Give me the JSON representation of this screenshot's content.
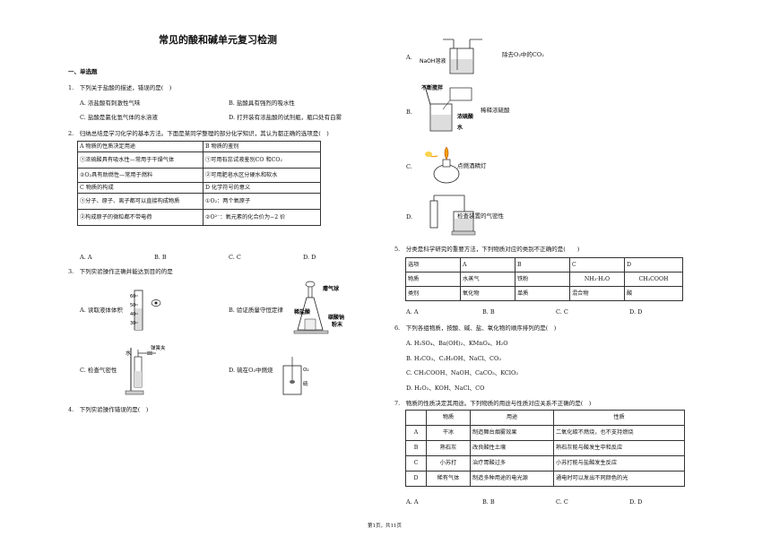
{
  "title": "常见的酸和碱单元复习检测",
  "section": "一、单选题",
  "footer": "第1页，共11页",
  "q1": {
    "stem": "1.　下列关于盐酸的描述，错误的是(　)",
    "A": "A.  浓盐酸有刺激性气味",
    "B": "B.  盐酸具有强烈的吸水性",
    "C": "C.  盐酸是氯化氢气体的水溶液",
    "D": "D.  打开装有浓盐酸的试剂瓶，瓶口处有白雾"
  },
  "q2": {
    "stem": "2.　归纳总结是学习化学的基本方法。下面是某同学整理的部分化学知识，其认为都正确的选项是(　)",
    "rows": [
      [
        "A 物质的性质决定用途",
        "B 物质的鉴别"
      ],
      [
        "①浓硫酸具有吸水性—常用于干燥气体",
        "①可用石蕊试液鉴别CO 和CO₂"
      ],
      [
        "②O₂具有助燃性—常用于燃料",
        "②可用肥皂水区分硬水和软水"
      ],
      [
        "C 物质的构成",
        "D 化学符号的意义"
      ],
      [
        "①分子、原子、离子都可以直接构成物质",
        "①O₂：两个氧原子"
      ],
      [
        "②构成原子的微粒都不带电荷",
        "②O²⁻：氧元素的化合价为−2 价"
      ]
    ],
    "opts": [
      "A. A",
      "B. B",
      "C. C",
      "D. D"
    ]
  },
  "q3": {
    "stem": "3.　下列实验操作正确并能达到目的的是",
    "A": "A.  读取液体体积",
    "B": "B.  验证质量守恒定律",
    "C": "C.  检查气密性",
    "D": "D.  硫在O₂中燃烧",
    "labels": {
      "balloon": "瘪气球",
      "acid": "稀盐酸",
      "powder1": "碳酸钠",
      "powder2": "粉末",
      "clamp": "弹簧夹",
      "water": "水",
      "o2": "O₂",
      "s": "硫",
      "marks": [
        "60",
        "50",
        "40",
        "30"
      ]
    }
  },
  "q4": {
    "stem": "4.　下列实验操作错误的是(　)",
    "A": "A.",
    "A_text": "除去O₂中的CO₂",
    "A_label": "NaOH溶液",
    "B": "B.",
    "B_text": "稀释浓硫酸",
    "B_l1": "不断搅拌",
    "B_l2": "浓硫酸",
    "B_l3": "水",
    "C": "C.",
    "C_text": "点燃酒精灯",
    "D": "D.",
    "D_text": "检查装置的气密性"
  },
  "q5": {
    "stem": "5.　分类是科学研究的重要方法，下列物质对应的类别不正确的是(　　)",
    "rows": [
      [
        "选项",
        "A",
        "B",
        "C",
        "D"
      ],
      [
        "物质",
        "水蒸气",
        "铁粉",
        "NH₃·H₂O",
        "CH₃COOH"
      ],
      [
        "类别",
        "氧化物",
        "单质",
        "混合物",
        "酸"
      ]
    ],
    "opts": [
      "A. A",
      "B. B",
      "C. C",
      "D. D"
    ]
  },
  "q6": {
    "stem": "6.　下列各组物质，按酸、碱、盐、氧化物的顺序排列的是(　)",
    "A": "A.  H₂SO₄、Ba(OH)₂、KMnO₄、H₂O",
    "B": "B.  H₂CO₃、C₂H₅OH、NaCl、CO₂",
    "C": "C.  CH₃COOH、NaOH、CaCO₃、KClO₃",
    "D": "D.  H₂O₂、KOH、NaCl、CO"
  },
  "q7": {
    "stem": "7.　物质的性质决定其用途。下列物质的用途与性质对应关系不正确的是(　)",
    "rows": [
      [
        "",
        "物质",
        "用途",
        "性质"
      ],
      [
        "A",
        "干冰",
        "制造舞台烟雾效果",
        "二氧化碳不燃烧，也不支持燃烧"
      ],
      [
        "B",
        "熟石灰",
        "改良酸性土壤",
        "熟石灰能与酸发生中和反应"
      ],
      [
        "C",
        "小苏打",
        "治疗胃酸过多",
        "小苏打能与盐酸发生反应"
      ],
      [
        "D",
        "稀有气体",
        "制造多种用途的电光源",
        "通电时可以发出不同颜色的光"
      ]
    ],
    "opts": [
      "A. A",
      "B. B",
      "C. C",
      "D. D"
    ]
  }
}
